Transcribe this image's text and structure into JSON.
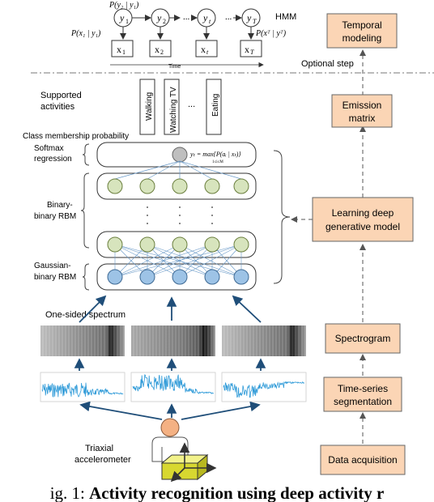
{
  "hmm": {
    "label": "HMM",
    "states": [
      "y",
      "y",
      "y",
      "y"
    ],
    "state_subs": [
      "1",
      "2",
      "t",
      "T"
    ],
    "observations": [
      "x",
      "x",
      "x",
      "x"
    ],
    "obs_subs": [
      "1",
      "2",
      "t",
      "T"
    ],
    "ellipsis": "...",
    "transition_label": "P(y₂ | y₁)",
    "emission_label_left": "P(x₁ | y₁)",
    "emission_label_right": "P(xᵀ | yᵀ)",
    "time_label": "Time"
  },
  "optional_step": "Optional step",
  "supported_activities": {
    "title_line1": "Supported",
    "title_line2": "activities",
    "items": [
      "Walking",
      "Watching TV",
      "Eating"
    ],
    "ellipsis": "..."
  },
  "network": {
    "class_membership": "Class membership probability",
    "softmax_line1": "Softmax",
    "softmax_line2": "regression",
    "softmax_formula": "yₜ = max{P(aᵢ | xₜ)}",
    "softmax_formula_sub": "1≤i≤M",
    "binary_line1": "Binary-",
    "binary_line2": "binary RBM",
    "gaussian_line1": "Gaussian-",
    "gaussian_line2": "binary RBM",
    "one_sided": "One-sided spectrum",
    "triaxial_line1": "Triaxial",
    "triaxial_line2": "accelerometer"
  },
  "pipeline": {
    "steps": [
      {
        "line1": "Temporal",
        "line2": "modeling"
      },
      {
        "line1": "Emission",
        "line2": "matrix"
      },
      {
        "line1": "Learning deep",
        "line2": "generative model"
      },
      {
        "line1": "Spectrogram",
        "line2": ""
      },
      {
        "line1": "Time-series",
        "line2": "segmentation"
      },
      {
        "line1": "Data acquisition",
        "line2": ""
      }
    ]
  },
  "caption": {
    "prefix": "ig. 1: ",
    "bold": "Activity recognition using deep activity r"
  },
  "colors": {
    "pipeline_box": "#fbd5b5",
    "rbm_hidden": "#d7e4bd",
    "rbm_visible": "#9dc3e6",
    "softmax_node": "#bfbfbf",
    "signal": "#2e9ad8",
    "arrow_blue": "#1f4e79"
  }
}
